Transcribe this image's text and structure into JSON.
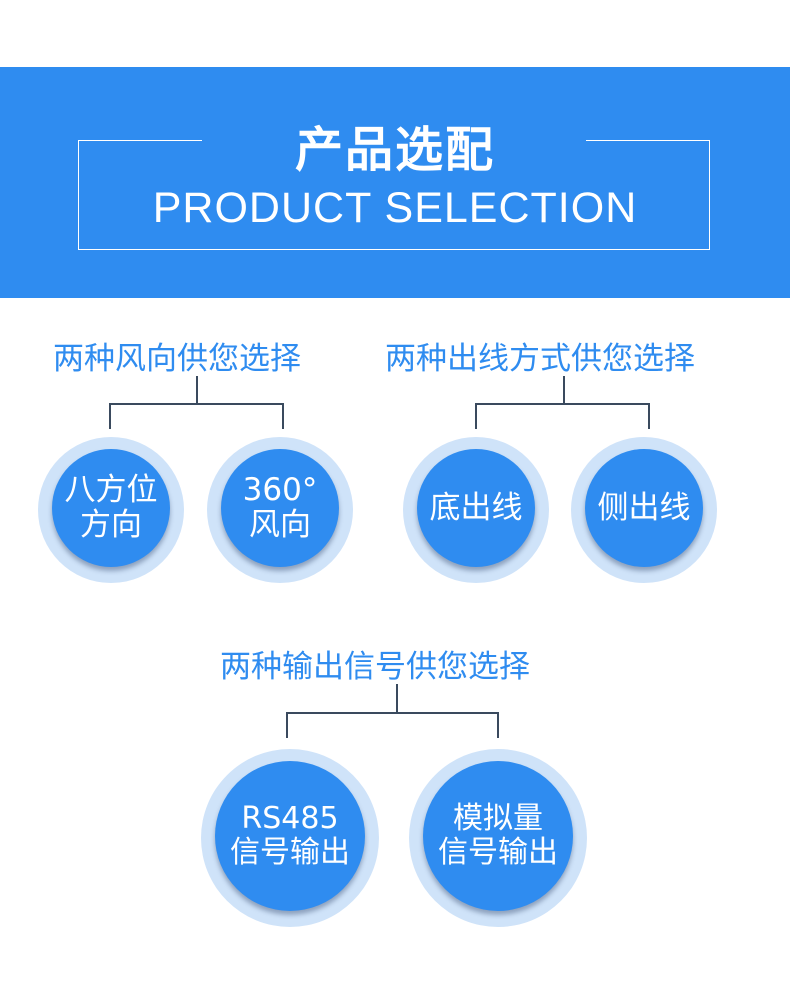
{
  "header": {
    "title_cn": "产品选配",
    "title_en": "PRODUCT SELECTION"
  },
  "groups": [
    {
      "heading": "两种风向供您选择",
      "options": [
        {
          "line1": "八方位",
          "line2": "方向"
        },
        {
          "line1": "360°",
          "line2": "风向"
        }
      ]
    },
    {
      "heading": "两种出线方式供您选择",
      "options": [
        {
          "line1": "底出线"
        },
        {
          "line1": "侧出线"
        }
      ]
    },
    {
      "heading": "两种输出信号供您选择",
      "options": [
        {
          "line1": "RS485",
          "line2": "信号输出"
        },
        {
          "line1": "模拟量",
          "line2": "信号输出"
        }
      ]
    }
  ],
  "colors": {
    "brand_blue": "#2f8cf0",
    "halo": "#cfe3f9",
    "connector": "#3a4a5e"
  }
}
